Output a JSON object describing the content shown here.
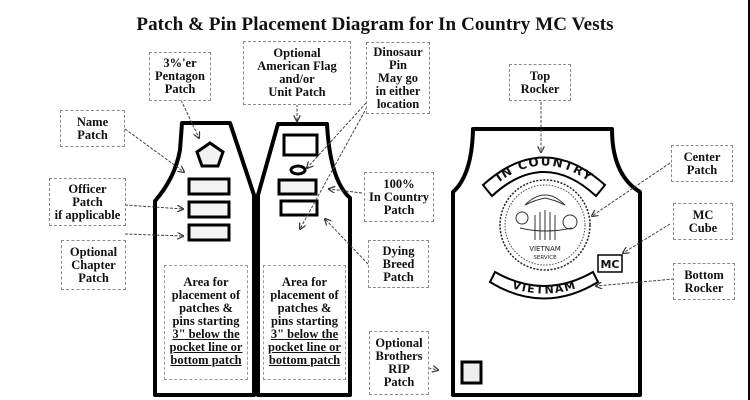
{
  "title": "Patch & Pin Placement Diagram for In Country MC Vests",
  "front_vest": {
    "callouts": {
      "pentagon": "3%'er\nPentagon\nPatch",
      "flag": "Optional\nAmerican Flag\nand/or\nUnit Patch",
      "dinosaur": "Dinosaur\nPin\nMay go\nin either\nlocation",
      "name": "Name\nPatch",
      "officer": "Officer\nPatch\nif applicable",
      "chapter": "Optional\nChapter\nPatch",
      "in_country": "100%\nIn Country\nPatch",
      "dying_breed": "Dying\nBreed\nPatch",
      "rip": "Optional\nBrothers\nRIP\nPatch"
    },
    "areas": [
      {
        "lines": [
          "Area for",
          "placement of",
          "patches &",
          "pins starting"
        ],
        "underlined": [
          "3\" below the",
          "pocket line or",
          "bottom patch"
        ]
      },
      {
        "lines": [
          "Area for",
          "placement of",
          "patches &",
          "pins starting"
        ],
        "underlined": [
          "3\" below the",
          "pocket line or",
          "bottom patch"
        ]
      }
    ]
  },
  "back_vest": {
    "callouts": {
      "top_rocker": "Top\nRocker",
      "center": "Center\nPatch",
      "mc_cube": "MC\nCube",
      "bottom_rocker": "Bottom\nRocker"
    },
    "top_rocker_text": "IN COUNTRY",
    "bottom_rocker_text": "VIETNAM",
    "center_patch_text": [
      "VIETNAM",
      "SERVICE"
    ],
    "mc_cube_text": "MC"
  }
}
